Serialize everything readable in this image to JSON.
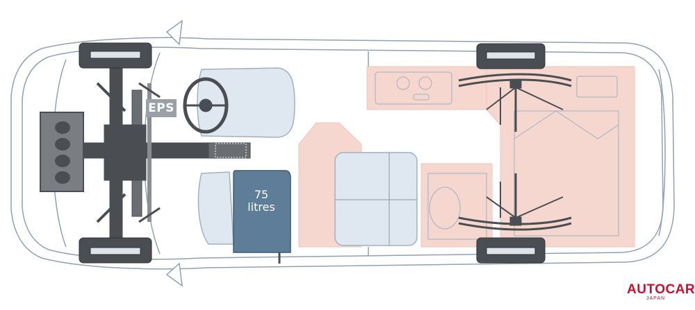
{
  "labels": {
    "eps": "EPS",
    "tank_line1": "75",
    "tank_line2": "litres"
  },
  "brand": {
    "name": "AUTOCAR",
    "sub": "JAPAN"
  },
  "colors": {
    "body_outline": "#8fa1b3",
    "mechanical": "#4a4d52",
    "living_area": "#f6d7cf",
    "seat": "#dfe8f0",
    "fuel_tank": "#5e7d99",
    "brand_red": "#c8102e"
  }
}
